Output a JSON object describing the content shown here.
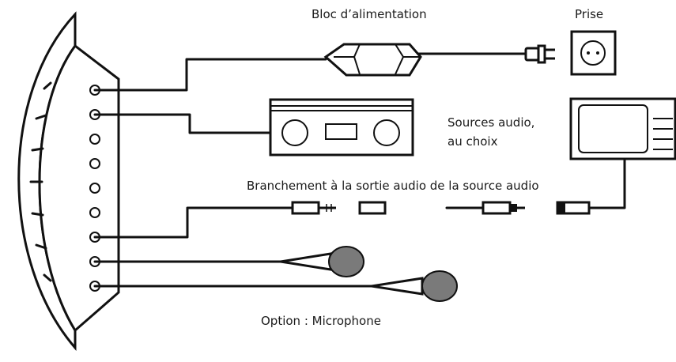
{
  "labels": {
    "power_supply": "Bloc d’alimentation",
    "outlet": "Prise",
    "audio_sources_line1": "Sources  audio,",
    "audio_sources_line2": "au choix",
    "audio_connection": "Branchement à la sortie audio de la source audio",
    "microphone_option": "Option : Microphone"
  }
}
